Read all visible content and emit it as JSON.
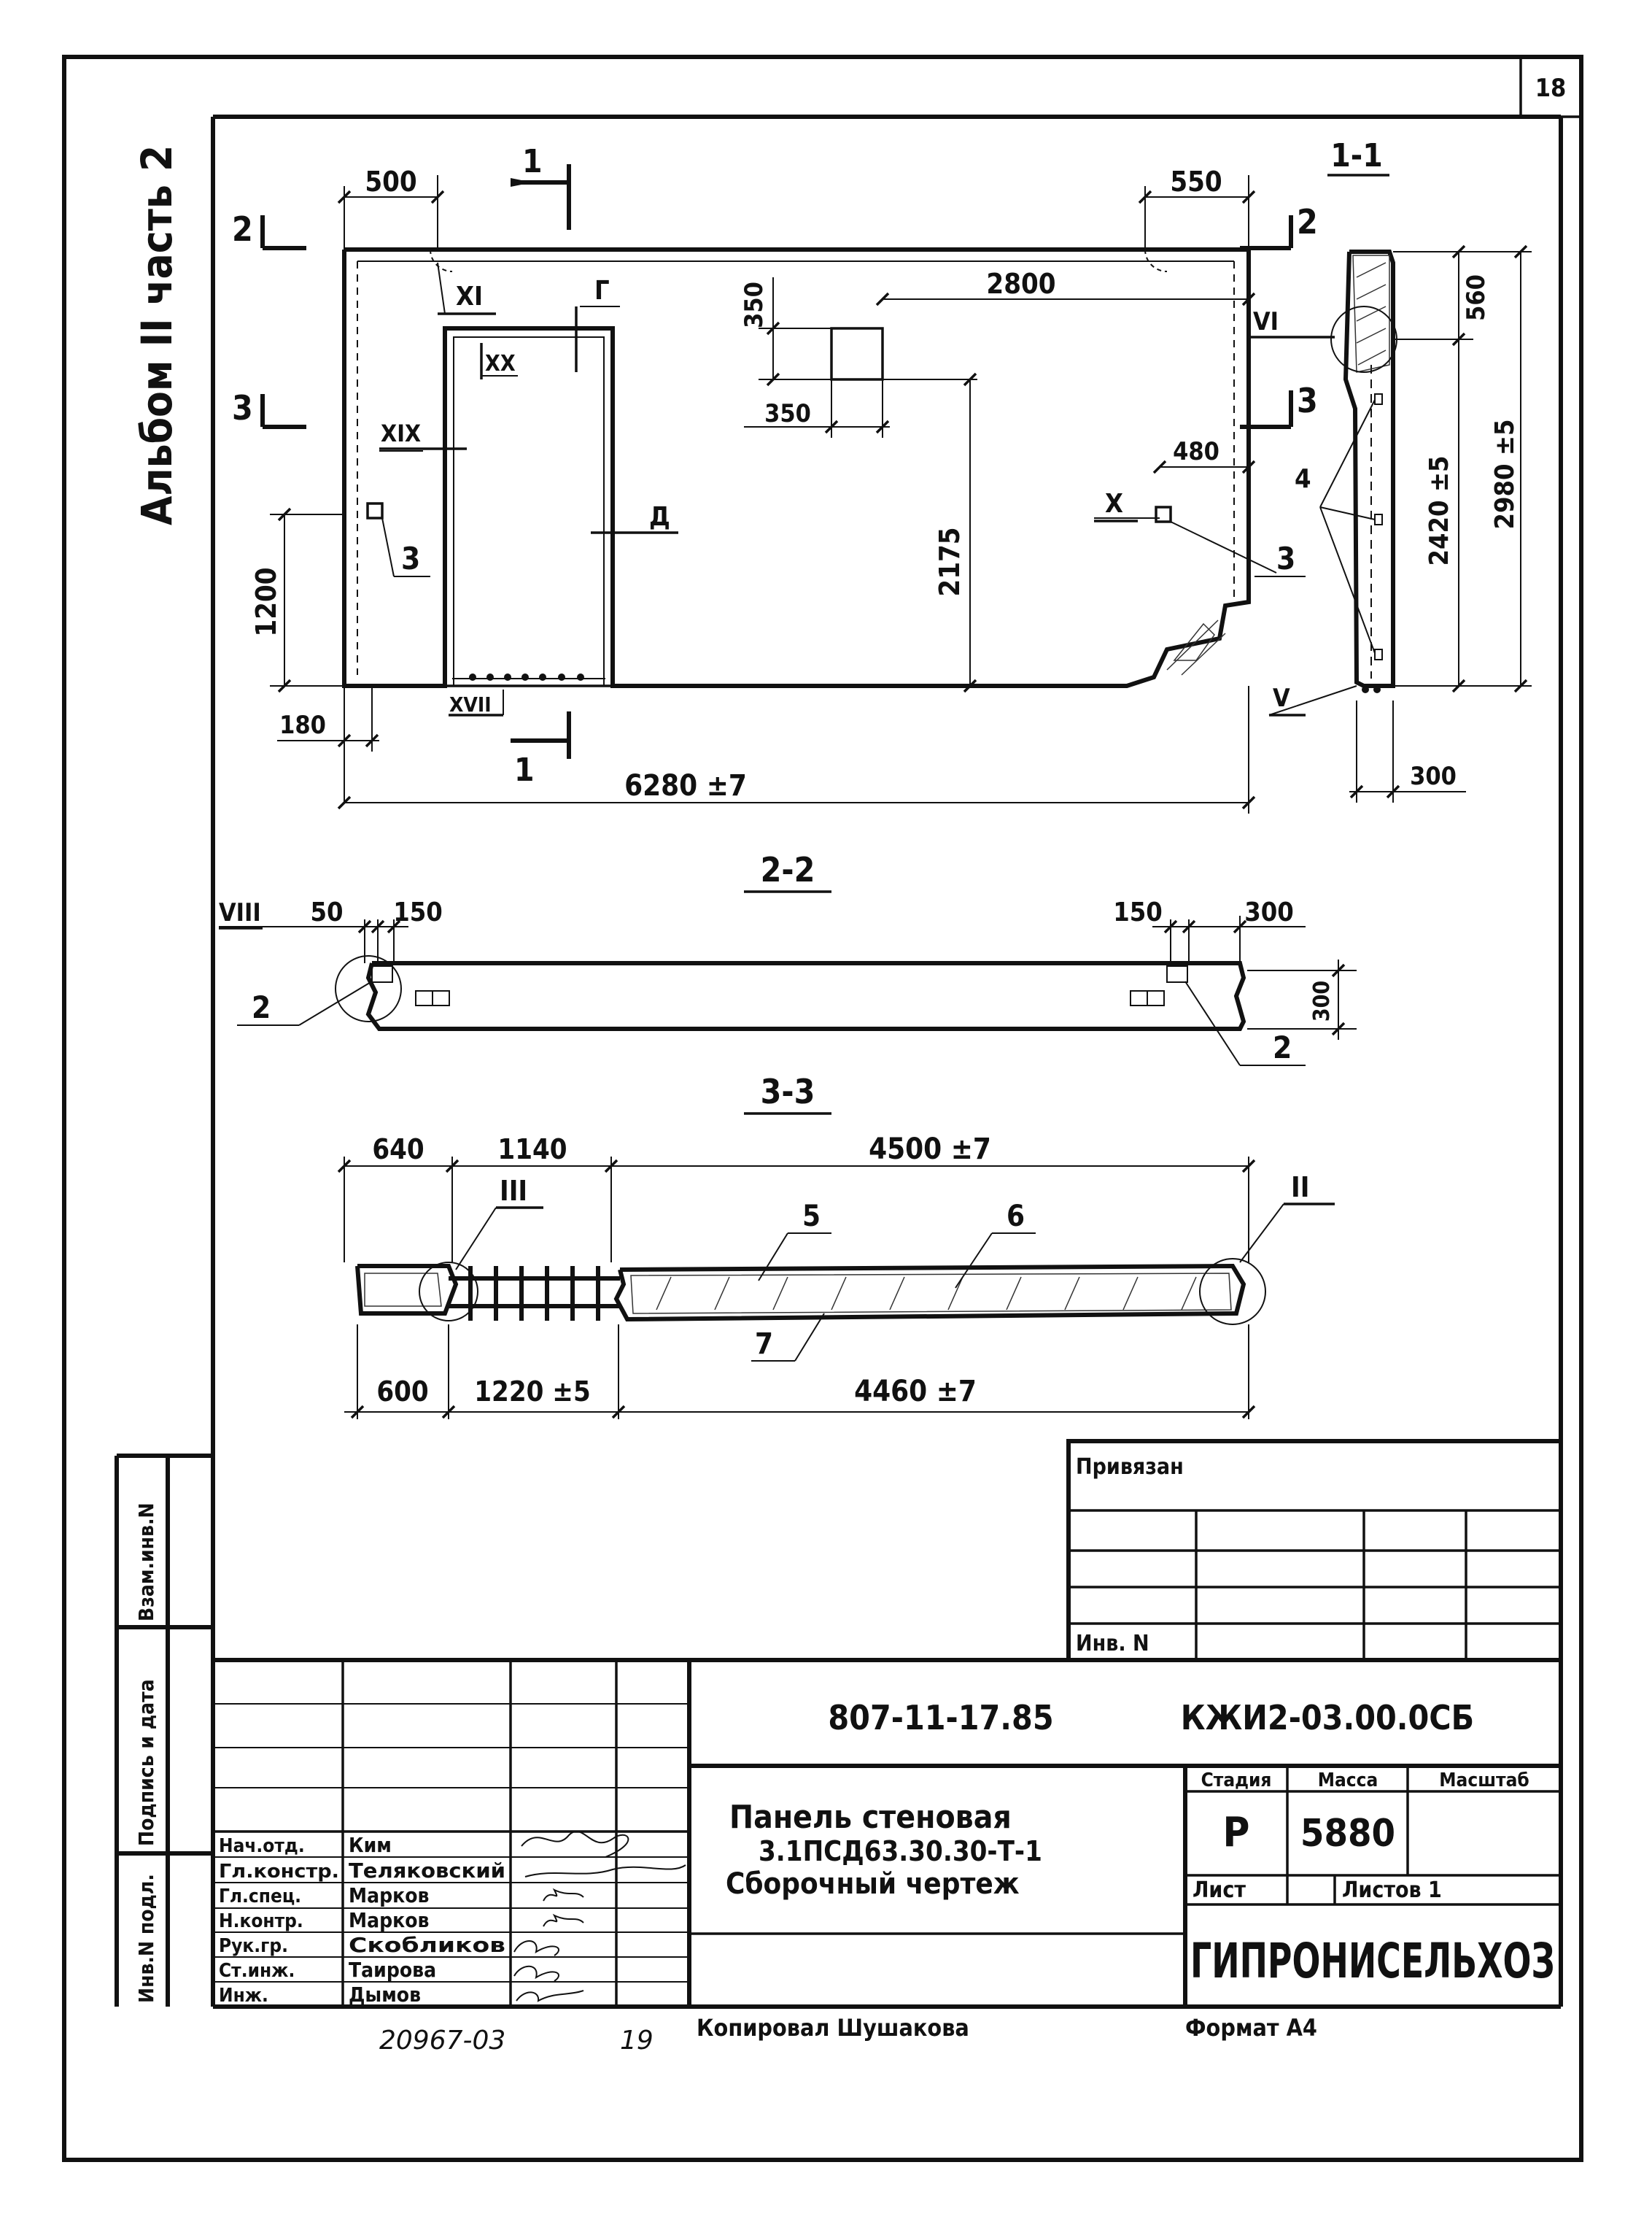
{
  "sheet_number": "18",
  "album_title": "Альбом II часть 2",
  "section_labels": {
    "s1": "1",
    "s1_view": "1-1",
    "s2": "2",
    "s2_view": "2-2",
    "s3": "3",
    "s3_view": "3-3"
  },
  "elevation": {
    "dims": {
      "d500": "500",
      "d550": "550",
      "d350a": "350",
      "d2800": "2800",
      "d350b": "350",
      "d480": "480",
      "d2175": "2175",
      "d1200": "1200",
      "d180": "180",
      "d6280": "6280 ±7"
    },
    "nodes": {
      "XI": "XI",
      "G": "Г",
      "XX": "XX",
      "XIX": "XIX",
      "D": "Д",
      "X": "X",
      "XVII": "XVII",
      "n3a": "3",
      "n3b": "3"
    }
  },
  "section_1_1": {
    "dims": {
      "d560": "560",
      "d2420": "2420 ±5",
      "d2980": "2980 ±5",
      "d300": "300"
    },
    "nodes": {
      "VI": "VI",
      "n4": "4",
      "V": "V"
    }
  },
  "section_2_2": {
    "dims": {
      "d50": "50",
      "d150a": "150",
      "d150b": "150",
      "d300a": "300",
      "d300b": "300"
    },
    "nodes": {
      "VIII": "VIII",
      "n2a": "2",
      "n2b": "2"
    }
  },
  "section_3_3": {
    "dims": {
      "d640": "640",
      "d1140": "1140",
      "d4500": "4500 ±7",
      "d600": "600",
      "d1220": "1220 ±5",
      "d4460": "4460 ±7"
    },
    "nodes": {
      "III": "III",
      "II": "II",
      "n5": "5",
      "n6": "6",
      "n7": "7"
    }
  },
  "side_stamp": {
    "inv_podl": "Инв.N подл.",
    "podpis": "Подпись и дата",
    "vzam": "Взам.инв.N"
  },
  "binding_table": {
    "title": "Привязан",
    "inv": "Инв. N"
  },
  "title_block": {
    "doc_code": "807-11-17.85",
    "doc_mark": "КЖИ2-03.00.0СБ",
    "name_lines": [
      "Панель стеновая",
      "3.1ПСД63.30.30-Т-1",
      "Сборочный чертеж"
    ],
    "stage_header": "Стадия",
    "mass_header": "Масса",
    "scale_header": "Масштаб",
    "stage": "Р",
    "mass": "5880",
    "scale": "",
    "sheet_label": "Лист",
    "sheets_label": "Листов 1",
    "organization": "ГИПРОНИСЕЛЬХОЗ",
    "people": [
      {
        "role": "Нач.отд.",
        "name": "Ким"
      },
      {
        "role": "Гл.констр.",
        "name": "Теляковский"
      },
      {
        "role": "Гл.спец.",
        "name": "Марков"
      },
      {
        "role": "Н.контр.",
        "name": "Марков"
      },
      {
        "role": "Рук.гр.",
        "name": "Скобликов"
      },
      {
        "role": "Ст.инж.",
        "name": "Таирова"
      },
      {
        "role": "Инж.",
        "name": "Дымов"
      }
    ]
  },
  "footer": {
    "archive": "20967-03",
    "page": "19",
    "copied": "Копировал Шушакова",
    "format": "Формат А4"
  }
}
